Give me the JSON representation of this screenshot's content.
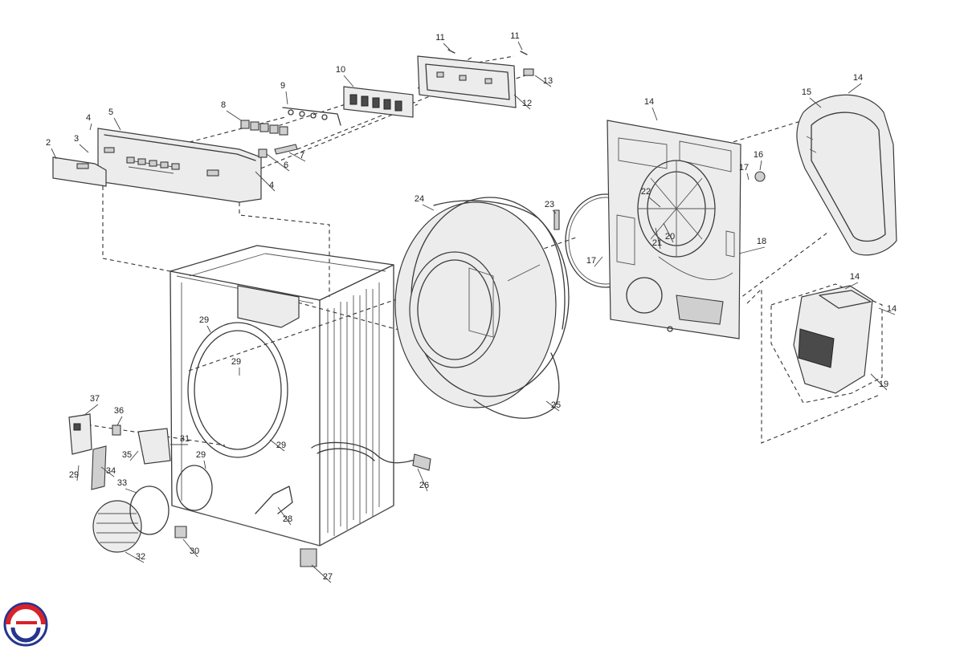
{
  "diagram": {
    "callouts": [
      "2",
      "3",
      "4",
      "5",
      "6",
      "7",
      "8",
      "9",
      "10",
      "11",
      "12",
      "13",
      "14",
      "15",
      "16",
      "17",
      "18",
      "19",
      "20",
      "21",
      "22",
      "23",
      "24",
      "25",
      "26",
      "27",
      "28",
      "29",
      "30",
      "31",
      "32",
      "33",
      "34",
      "35",
      "36",
      "37"
    ]
  },
  "colors": {
    "line": "#3a3a3a",
    "logo_red": "#d9222a",
    "logo_blue": "#24358f"
  },
  "logo": {
    "icon": "brand-logo-icon"
  }
}
